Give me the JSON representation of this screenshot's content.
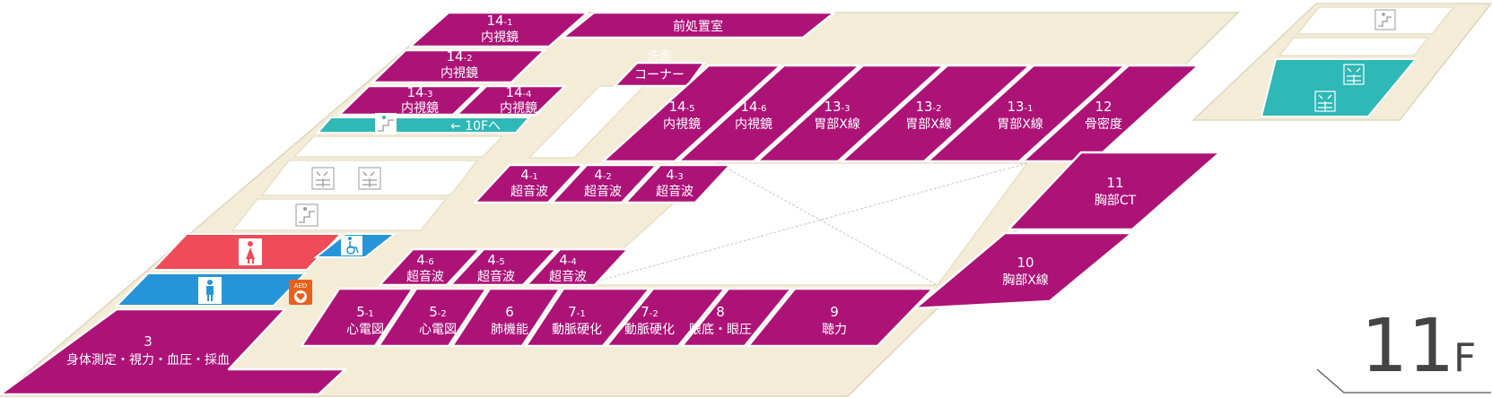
{
  "floor": {
    "number": "11",
    "unit": "F"
  },
  "rooms": {
    "r14_1": {
      "num": "14",
      "sub": "-1",
      "name": "内視鏡"
    },
    "r14_2": {
      "num": "14",
      "sub": "-2",
      "name": "内視鏡"
    },
    "r14_3": {
      "num": "14",
      "sub": "-3",
      "name": "内視鏡"
    },
    "r14_4": {
      "num": "14",
      "sub": "-4",
      "name": "内視鏡"
    },
    "prep": {
      "name": "前処置室"
    },
    "wash": {
      "line1": "洗面",
      "line2": "コーナー"
    },
    "r14_5": {
      "num": "14",
      "sub": "-5",
      "name": "内視鏡"
    },
    "r14_6": {
      "num": "14",
      "sub": "-6",
      "name": "内視鏡"
    },
    "r13_3": {
      "num": "13",
      "sub": "-3",
      "name": "胃部X線"
    },
    "r13_2": {
      "num": "13",
      "sub": "-2",
      "name": "胃部X線"
    },
    "r13_1": {
      "num": "13",
      "sub": "-1",
      "name": "胃部X線"
    },
    "r12": {
      "num": "12",
      "name": "骨密度"
    },
    "r4_1": {
      "num": "4",
      "sub": "-1",
      "name": "超音波"
    },
    "r4_2": {
      "num": "4",
      "sub": "-2",
      "name": "超音波"
    },
    "r4_3": {
      "num": "4",
      "sub": "-3",
      "name": "超音波"
    },
    "r11": {
      "num": "11",
      "name": "胸部CT"
    },
    "r10": {
      "num": "10",
      "name": "胸部X線"
    },
    "r4_6": {
      "num": "4",
      "sub": "-6",
      "name": "超音波"
    },
    "r4_5": {
      "num": "4",
      "sub": "-5",
      "name": "超音波"
    },
    "r4_4": {
      "num": "4",
      "sub": "-4",
      "name": "超音波"
    },
    "r5_1": {
      "num": "5",
      "sub": "-1",
      "name": "心電図"
    },
    "r5_2": {
      "num": "5",
      "sub": "-2",
      "name": "心電図"
    },
    "r6": {
      "num": "6",
      "name": "肺機能"
    },
    "r7_1": {
      "num": "7",
      "sub": "-1",
      "name": "動脈硬化"
    },
    "r7_2": {
      "num": "7",
      "sub": "-2",
      "name": "動脈硬化"
    },
    "r8": {
      "num": "8",
      "name": "眼底・眼圧"
    },
    "r9": {
      "num": "9",
      "name": "聴力"
    },
    "r3": {
      "num": "3",
      "name": "身体測定・視力・血圧・採血"
    }
  },
  "stairs_sign": {
    "arrow": "←",
    "label": "10Fへ"
  },
  "aed": {
    "label": "AED"
  },
  "icons": {
    "stairs": "stairs-icon",
    "elevator": "elevator-icon",
    "women": "women-restroom-icon",
    "men": "men-restroom-icon",
    "accessible": "wheelchair-icon",
    "aed": "aed-heart-icon"
  },
  "colors": {
    "room": "#ad1277",
    "floor": "#f3ecd6",
    "teal": "#2eb8b6",
    "women": "#ef4b58",
    "men": "#2595d8",
    "aed": "#e8601c"
  }
}
